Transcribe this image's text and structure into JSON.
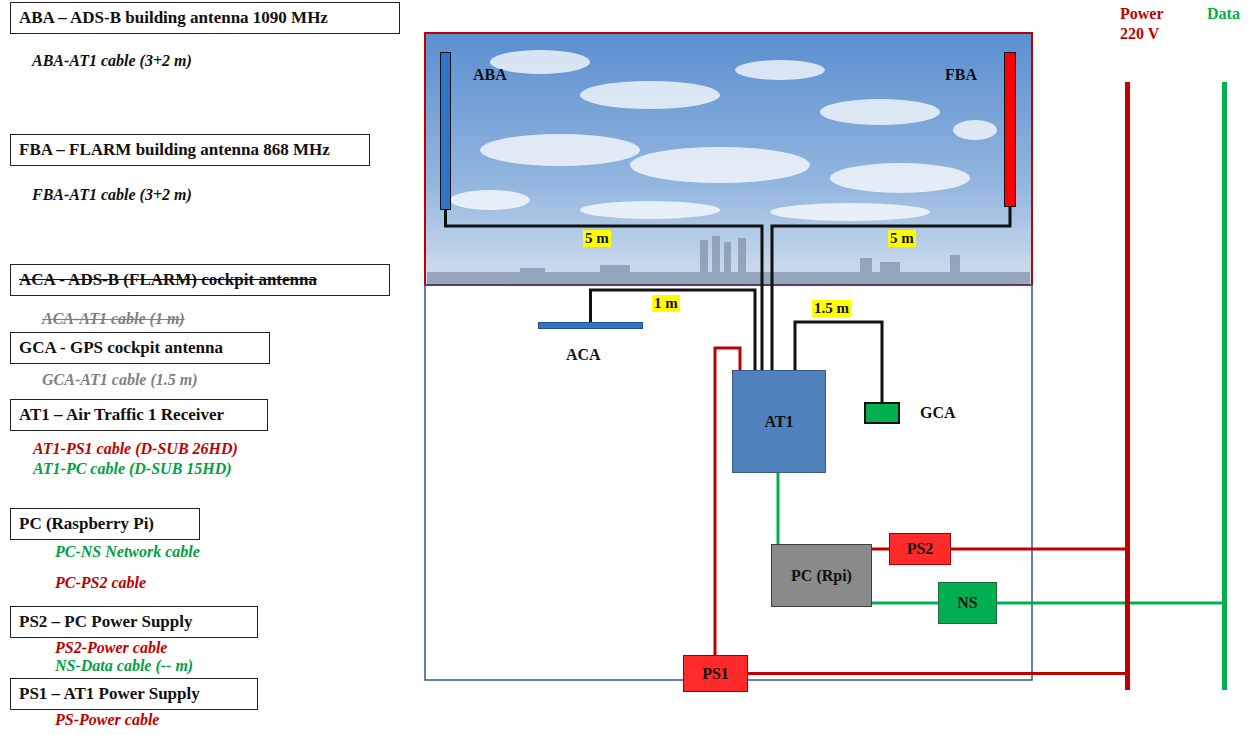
{
  "diagram": {
    "nodes": [
      {
        "text": [
          "ABA – ADS-B building antenna 1090 MHz"
        ]
      },
      {
        "text": [
          "FBA – FLARM building antenna 868 MHz"
        ]
      },
      {
        "text": [
          "ACA - ADS-B (FLARM) cockpit antenna"
        ]
      },
      {
        "text": [
          "GCA - GPS cockpit antenna"
        ]
      },
      {
        "text": [
          "AT1 – Air Traffic 1 Receiver"
        ]
      },
      {
        "text": [
          "PC (Raspberry Pi)"
        ]
      },
      {
        "text": [
          "PS2 – PC Power Supply"
        ]
      },
      {
        "text": [
          "PS1 – AT1 Power Supply"
        ]
      },
      {
        "text": [
          "Power 220 V"
        ]
      },
      {
        "text": [
          "Data"
        ]
      },
      {
        "text": [
          "ABA"
        ]
      },
      {
        "text": [
          "FBA"
        ]
      },
      {
        "text": [
          "ACA"
        ]
      },
      {
        "text": [
          "AT1"
        ]
      },
      {
        "text": [
          "GCA"
        ]
      },
      {
        "text": [
          "PC (Rpi)"
        ]
      },
      {
        "text": [
          "PS2"
        ]
      },
      {
        "text": [
          "NS"
        ]
      },
      {
        "text": [
          "PS1"
        ]
      }
    ],
    "edges": [
      {
        "from": 10,
        "to": 13,
        "label": "5 m",
        "arrow": "none"
      },
      {
        "from": 11,
        "to": 13,
        "label": "5 m",
        "arrow": "none"
      },
      {
        "from": 12,
        "to": 13,
        "label": "1 m",
        "arrow": "none"
      },
      {
        "from": 14,
        "to": 13,
        "label": "1.5 m",
        "arrow": "none"
      },
      {
        "from": 13,
        "to": 15,
        "arrow": "none"
      },
      {
        "from": 18,
        "to": 13,
        "arrow": "none"
      },
      {
        "from": 15,
        "to": 16,
        "arrow": "none"
      },
      {
        "from": 15,
        "to": 17,
        "arrow": "none"
      },
      {
        "from": 16,
        "to": 8,
        "arrow": "none"
      },
      {
        "from": 18,
        "to": 8,
        "arrow": "none"
      },
      {
        "from": 17,
        "to": 9,
        "arrow": "none"
      }
    ],
    "labels": [
      "ABA-AT1 cable (3+2 m)",
      "FBA-AT1 cable (3+2 m)",
      "ACA-AT1 cable (1 m)",
      "GCA-AT1 cable (1.5 m)",
      "AT1-PS1 cable (D-SUB 26HD)",
      "AT1-PC cable (D-SUB 15HD)",
      "PC-NS Network cable",
      "PC-PS2 cable",
      "PS2-Power cable",
      "NS-Data cable (-- m)",
      "PS-Power cable"
    ]
  }
}
